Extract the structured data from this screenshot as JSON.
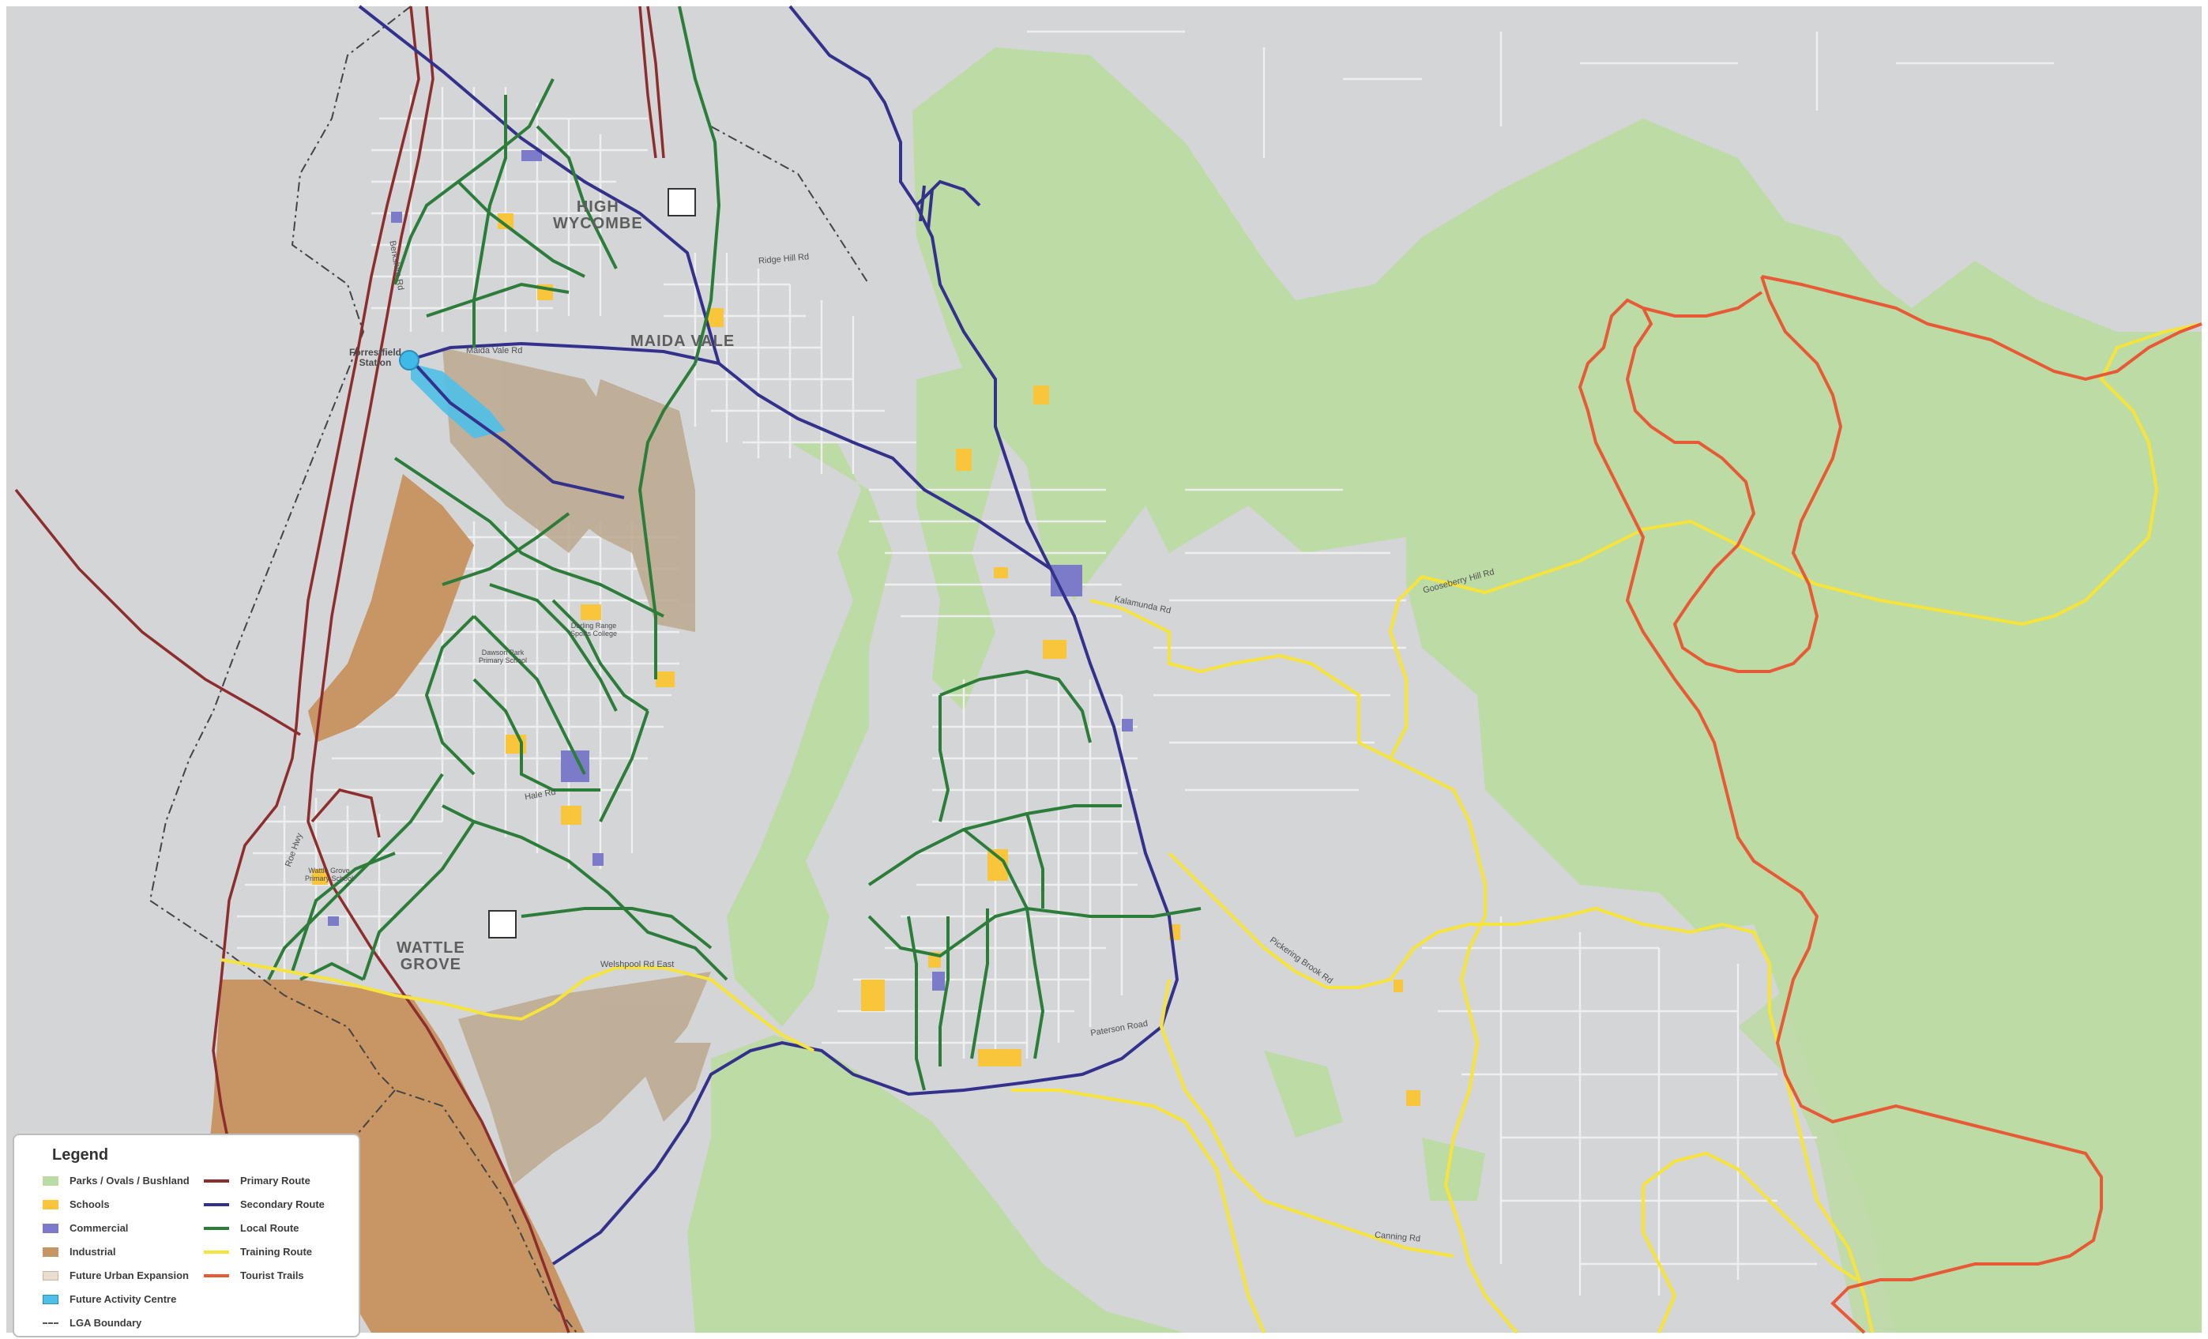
{
  "places": {
    "high_wycombe": "HIGH\nWYCOMBE",
    "maida_vale": "MAIDA VALE",
    "wattle_grove": "WATTLE\nGROVE",
    "forrestfield_station": "Forrestfield\nStation",
    "darling_range_college": "Darling Range\nSports College",
    "dawson_park": "Dawson Park\nPrimary School",
    "wattle_grove_ps": "Wattle Grove\nPrimary School"
  },
  "roads": [
    "Kalamunda Rd",
    "Maida Vale Rd",
    "Hale Rd",
    "Welshpool Rd East",
    "Berkshire Rd",
    "Roe Hwy",
    "Ridge Hill Rd",
    "Canning Rd",
    "Gooseberry Hill Rd",
    "Paterson Road",
    "Pickering Brook Rd"
  ],
  "icons": {
    "golf": "golf-flag-icon",
    "station": "station-marker-icon"
  },
  "legend": {
    "title": "Legend",
    "items": [
      {
        "label": "Parks / Ovals / Bushland",
        "kind": "fill",
        "color": "#bddba5"
      },
      {
        "label": "Schools",
        "kind": "fill",
        "color": "#f9c53b"
      },
      {
        "label": "Commercial",
        "kind": "fill",
        "color": "#7b7bc9"
      },
      {
        "label": "Industrial",
        "kind": "fill",
        "color": "#c89665"
      },
      {
        "label": "Future Urban Expansion",
        "kind": "fill",
        "color": "#eadfcf"
      },
      {
        "label": "Future Activity Centre",
        "kind": "fill",
        "color": "#4ec0e8"
      },
      {
        "label": "LGA Boundary",
        "kind": "dash",
        "color": "#555555"
      },
      {
        "label": "Primary Route",
        "kind": "line",
        "color": "#8e2d2d"
      },
      {
        "label": "Secondary Route",
        "kind": "line",
        "color": "#33318c"
      },
      {
        "label": "Local Route",
        "kind": "line",
        "color": "#2c7d3a"
      },
      {
        "label": "Training Route",
        "kind": "line",
        "color": "#f7e43a"
      },
      {
        "label": "Tourist Trails",
        "kind": "line",
        "color": "#e85a36"
      }
    ]
  }
}
